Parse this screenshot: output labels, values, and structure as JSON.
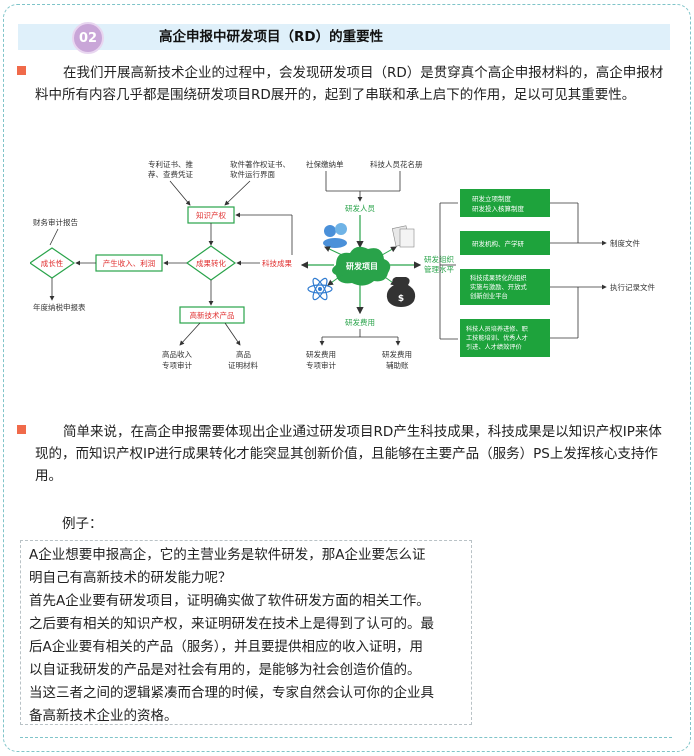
{
  "header": {
    "badge": "02",
    "title": "高企申报中研发项目（RD）的重要性"
  },
  "paragraph1": "在我们开展高新技术企业的过程中，会发现研发项目（RD）是贯穿真个高企申报材料的，高企申报材料中所有内容几乎都是围绕研发项目RD展开的，起到了串联和承上启下的作用，足以可见其重要性。",
  "diagram": {
    "left_top_1": "专利证书、推",
    "left_top_2": "荐、查费凭证",
    "soft_1": "软件著作权证书、",
    "soft_2": "软件运行界面",
    "ip": "知识产权",
    "finance": "财务审计报告",
    "growth": "成长性",
    "revenue": "产生收入、利润",
    "transform": "成果转化",
    "tech_result": "科技成果",
    "annual": "年度纳税申报表",
    "product": "高新技术产品",
    "income_1": "高品收入",
    "income_2": "专项审计",
    "cert_1": "高品",
    "cert_2": "证明材料",
    "social": "社保缴纳单",
    "staff": "科技人员花名册",
    "rd_staff": "研发人员",
    "project": "研发项目",
    "mgmt_1": "研发组织",
    "mgmt_2": "管理水平",
    "rd_cost": "研发费用",
    "cost_audit_1": "研发费用",
    "cost_audit_2": "专项审计",
    "cost_acc_1": "研发费用",
    "cost_acc_2": "辅助账",
    "green1_1": "研发立项制度",
    "green1_2": "研发投入核算制度",
    "green2": "研发机构、产学研",
    "green3_1": "科技成果转化的组织",
    "green3_2": "实施与激励、开放式",
    "green3_3": "创新创业平台",
    "green4_1": "科技人员培养进修、职",
    "green4_2": "工技能培训、优秀人才",
    "green4_3": "引进、人才绩效评价",
    "sys_doc": "制度文件",
    "exec_doc": "执行记录文件"
  },
  "paragraph2": "简单来说，在高企申报需要体现出企业通过研发项目RD产生科技成果，科技成果是以知识产权IP来体现的，而知识产权IP进行成果转化才能突显其创新价值，且能够在主要产品（服务）PS上发挥核心支持作用。",
  "example": {
    "label": "例子：",
    "lines": [
      "A企业想要申报高企，它的主营业务是软件研发，那A企业要怎么证",
      "明自己有高新技术的研发能力呢？",
      "首先A企业要有研发项目，证明确实做了软件研发方面的相关工作。",
      "之后要有相关的知识产权，来证明研发在技术上是得到了认可的。最",
      "后A企业要有相关的产品（服务），并且要提供相应的收入证明，用",
      "以自证我研发的产品是对社会有用的，是能够为社会创造价值的。",
      "当这三者之间的逻辑紧凑而合理的时候，专家自然会认可你的企业具",
      "备高新技术企业的资格。"
    ]
  },
  "colors": {
    "accent_teal": "#7fc4c9",
    "header_band": "#dff0fa",
    "badge_purple": "#c9a6d8",
    "bullet_red": "#f06a4a",
    "diagram_red": "#e03030",
    "diagram_green": "#29a34a"
  }
}
